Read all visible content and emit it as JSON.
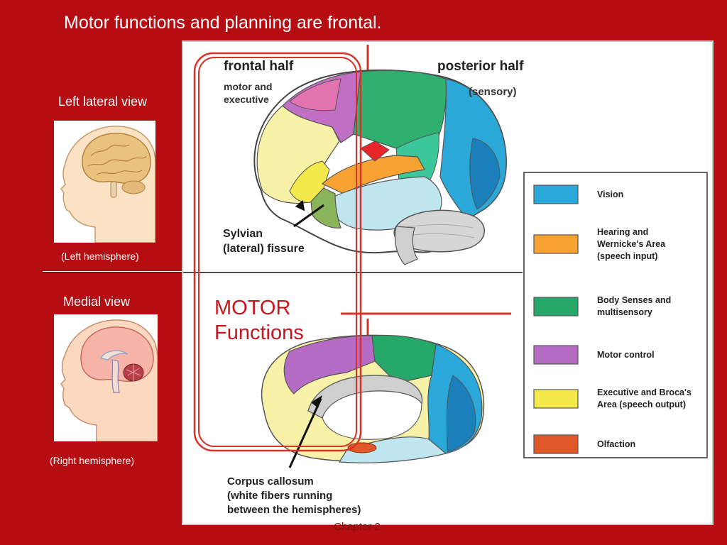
{
  "slide": {
    "title": "Motor functions and planning are frontal.",
    "footer": "Chapter 2"
  },
  "left_column": {
    "lateral_label": "Left lateral view",
    "lateral_caption": "(Left hemisphere)",
    "medial_label": "Medial view",
    "medial_caption": "(Right hemisphere)"
  },
  "figure": {
    "frontal_title": "frontal half",
    "frontal_subtitle_1": "motor and",
    "frontal_subtitle_2": "executive",
    "posterior_title": "posterior half",
    "posterior_subtitle": "(sensory)",
    "sylvian_1": "Sylvian",
    "sylvian_2": "(lateral) fissure",
    "corpus_1": "Corpus callosum",
    "corpus_2": "(white fibers running",
    "corpus_3": "between the hemispheres)",
    "motor_1": "MOTOR",
    "motor_2": "Functions"
  },
  "legend": [
    {
      "label_lines": [
        "Vision"
      ],
      "color": "#29a8d9"
    },
    {
      "label_lines": [
        "Hearing and",
        "Wernicke's Area",
        "(speech input)"
      ],
      "color": "#f7a233"
    },
    {
      "label_lines": [
        "Body Senses and",
        "multisensory"
      ],
      "color": "#27a86b"
    },
    {
      "label_lines": [
        "Motor control"
      ],
      "color": "#b56bc4"
    },
    {
      "label_lines": [
        "Executive and Broca's",
        "Area (speech output)"
      ],
      "color": "#f4e94a"
    },
    {
      "label_lines": [
        "Olfaction"
      ],
      "color": "#e0582a"
    }
  ],
  "colors": {
    "background": "#b50d12",
    "accent_red": "#d8312a",
    "motor_text": "#c8161d",
    "vision": "#29a8d9",
    "hearing": "#f7a233",
    "body_senses": "#27a86b",
    "motor_control": "#b56bc4",
    "executive": "#f4e94a",
    "olfaction": "#e0582a"
  }
}
